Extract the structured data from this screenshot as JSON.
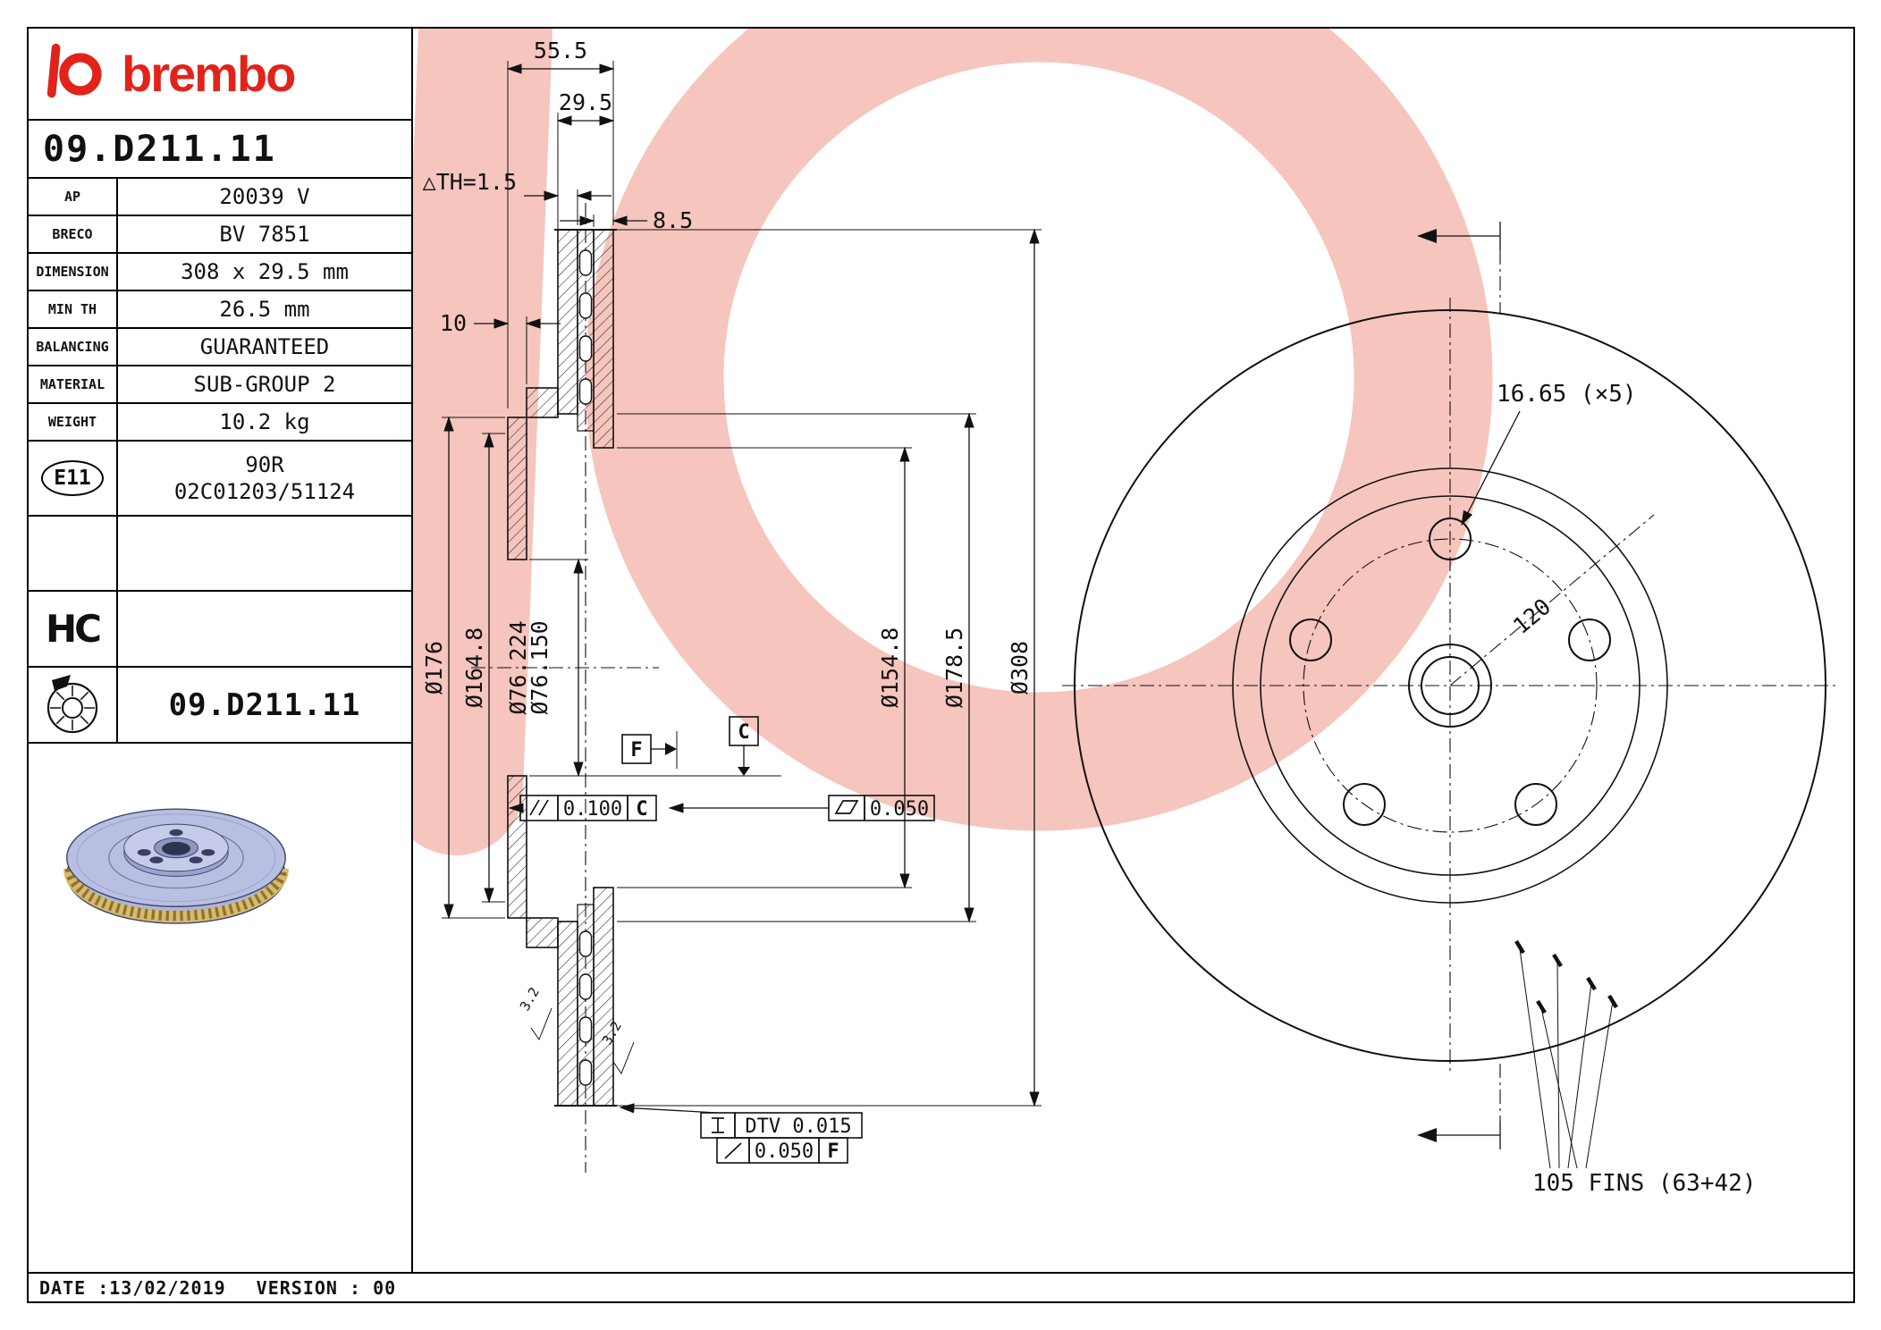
{
  "header": {
    "wordmark": "brembo",
    "part_number": "09.D211.11"
  },
  "spec_table": {
    "rows": [
      {
        "label": "AP",
        "value": "20039 V"
      },
      {
        "label": "BRECO",
        "value": "BV 7851"
      },
      {
        "label": "DIMENSION",
        "value": "308 x 29.5 mm"
      },
      {
        "label": "MIN TH",
        "value": "26.5 mm"
      },
      {
        "label": "BALANCING",
        "value": "GUARANTEED"
      },
      {
        "label": "MATERIAL",
        "value": "SUB-GROUP 2"
      },
      {
        "label": "WEIGHT",
        "value": "10.2 kg"
      }
    ]
  },
  "e11": {
    "badge": "E11",
    "line1": "90R",
    "line2": "02C01203/51124"
  },
  "hc_label": "HC",
  "bottom_part_number": "09.D211.11",
  "footer": {
    "date": "DATE :13/02/2019",
    "version": "VERSION : 00"
  },
  "cross_section": {
    "dim_55_5": "55.5",
    "dim_29_5": "29.5",
    "dim_th": "△TH=1.5",
    "dim_8_5": "8.5",
    "dim_10": "10",
    "dia_176": "Ø176",
    "dia_164_8": "Ø164.8",
    "dia_76_224": "Ø76.224",
    "dia_76_150": "Ø76.150",
    "dia_154_8": "Ø154.8",
    "dia_178_5": "Ø178.5",
    "dia_308": "Ø308",
    "tol_parallel": "0.100",
    "tol_parallel_datum": "C",
    "tol_flat": "0.050",
    "tol_dtv": "DTV 0.015",
    "tol_runout": "0.050",
    "tol_runout_datum": "F",
    "datum_f": "F",
    "datum_c": "C",
    "roughness": "3.2"
  },
  "front_view": {
    "bolt_holes": "16.65 (×5)",
    "bolt_circle": "120",
    "fins": "105 FINS (63+42)"
  },
  "colors": {
    "brand_red": "#e2231a",
    "watermark_pink": "#f6c5be",
    "disc_lavender": "#b9bfe2",
    "fin_gold": "#d9b96b"
  }
}
